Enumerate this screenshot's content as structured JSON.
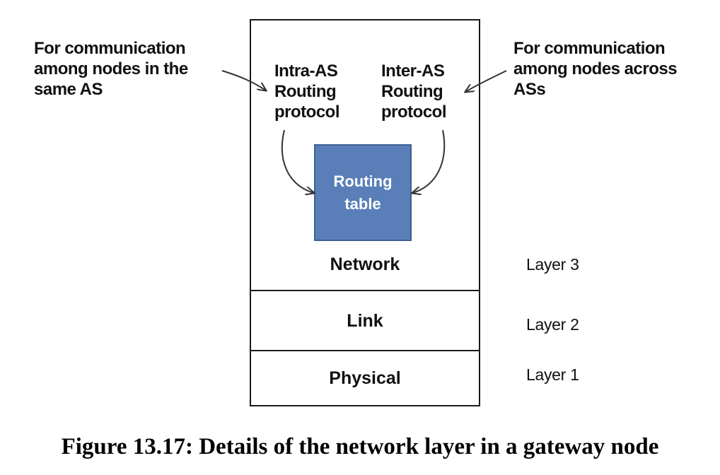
{
  "notes": {
    "left": "For communication\namong nodes in the\nsame AS",
    "right": "For communication\namong nodes across\nASs"
  },
  "protocols": {
    "intra": "Intra-AS\nRouting\nprotocol",
    "inter": "Inter-AS\nRouting\nprotocol"
  },
  "routing_table": "Routing\ntable",
  "layers": [
    {
      "name": "Network",
      "level": "Layer 3"
    },
    {
      "name": "Link",
      "level": "Layer 2"
    },
    {
      "name": "Physical",
      "level": "Layer 1"
    }
  ],
  "caption": "Figure 13.17: Details of the network layer in a gateway node",
  "colors": {
    "routing_table_fill": "#5a7fb8",
    "routing_table_border": "#3f5f93",
    "outline": "#1a1a1a"
  }
}
